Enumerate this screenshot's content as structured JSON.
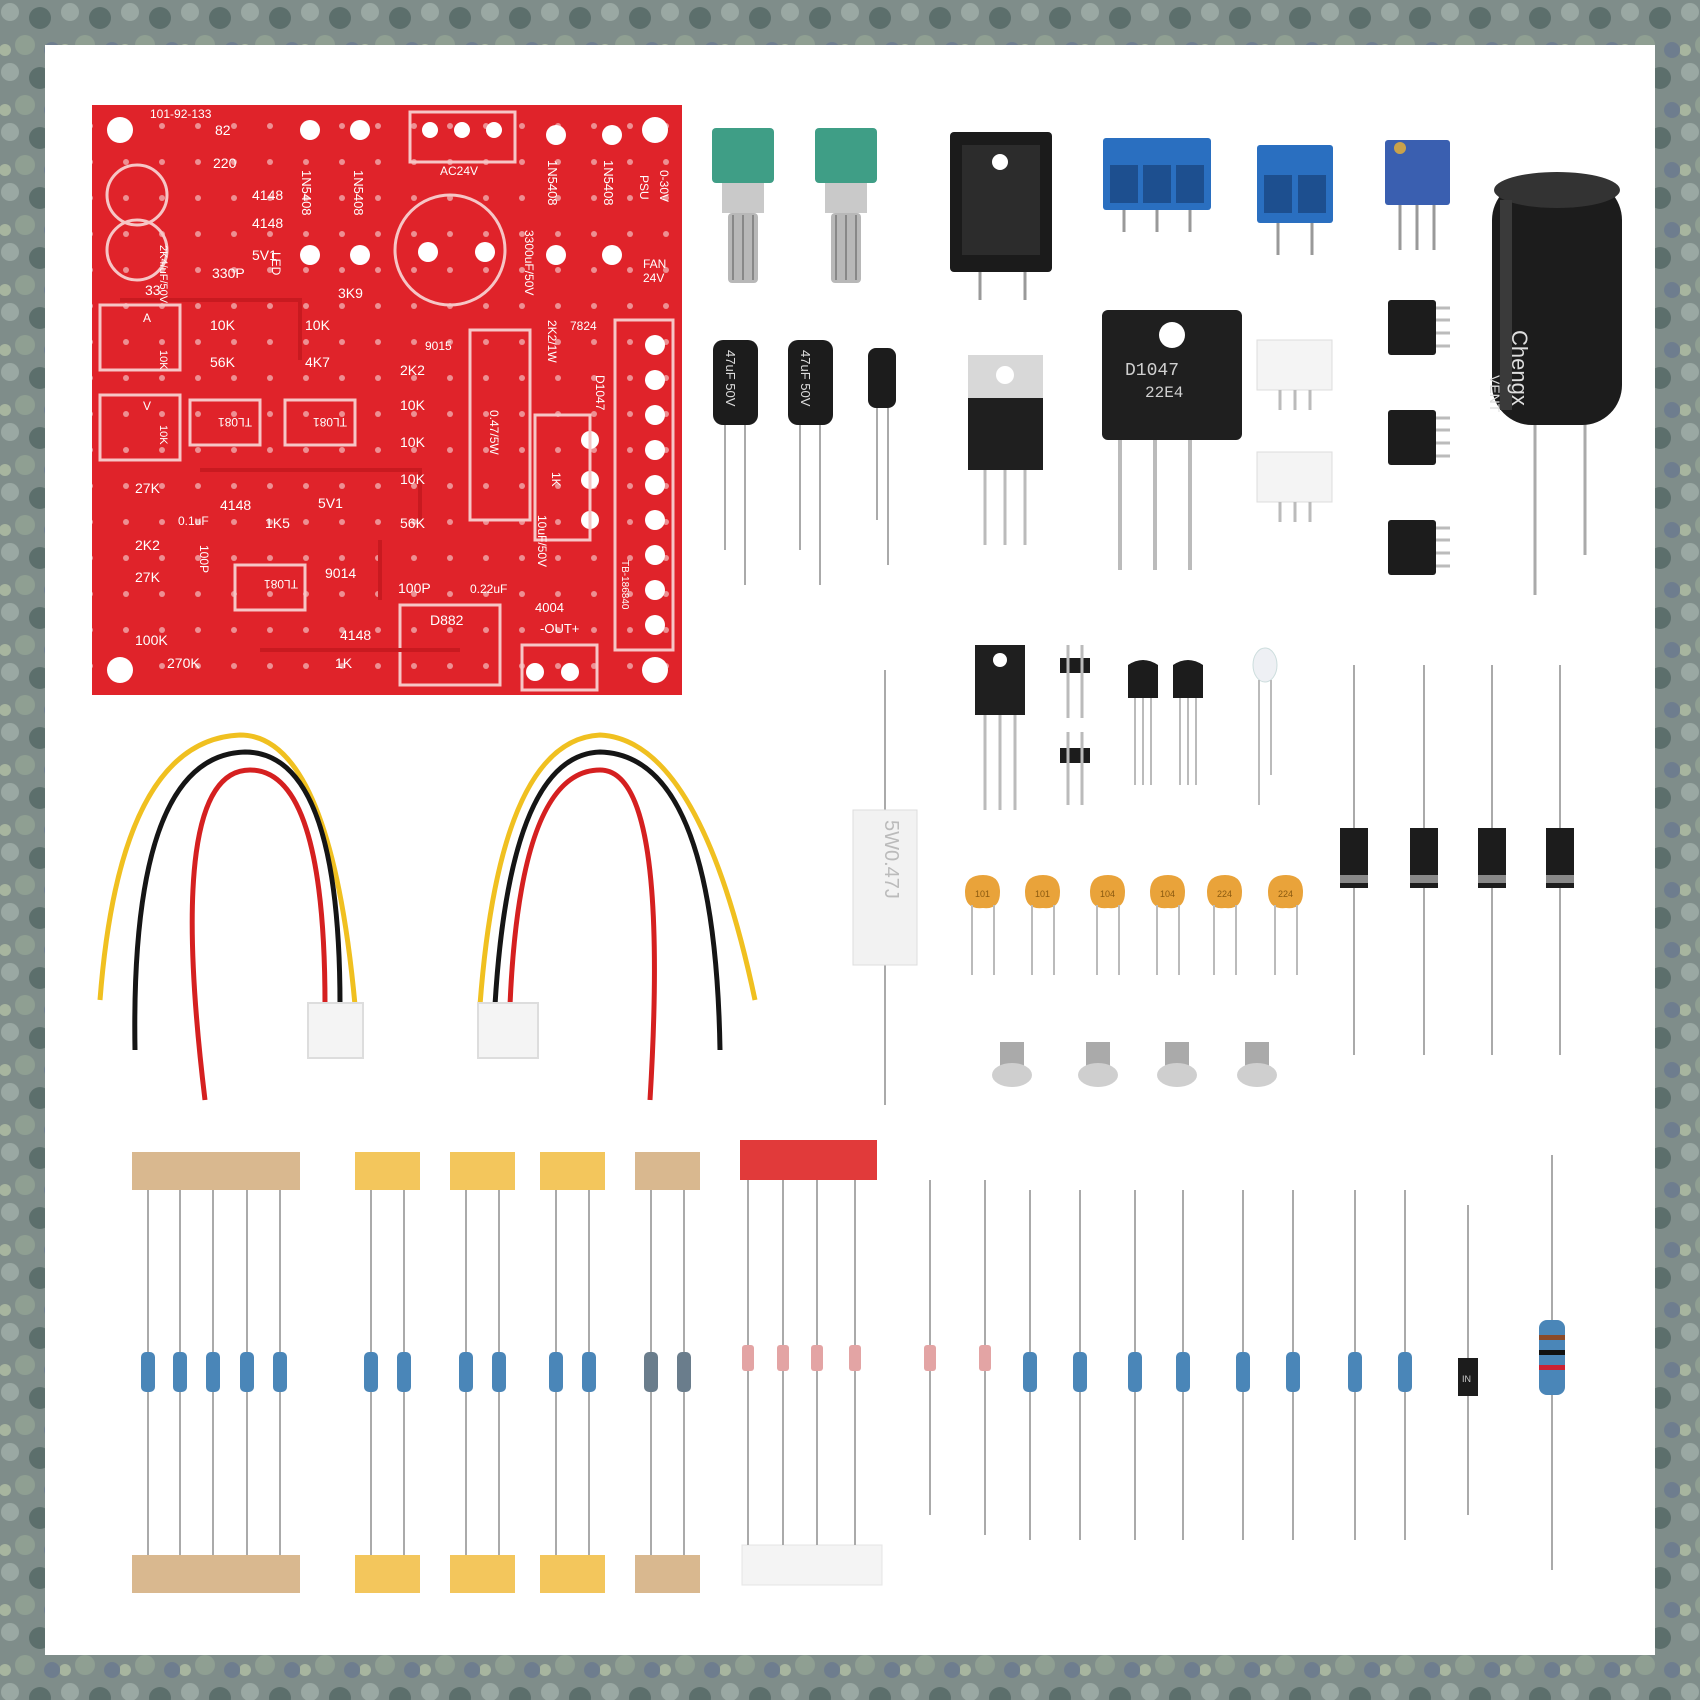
{
  "pcb": {
    "board_code": "101-92-133",
    "labels": [
      "82",
      "220",
      "2K4/uF/50V",
      "4148",
      "4148",
      "5V1",
      "330P",
      "LED",
      "1N5408",
      "1N5408",
      "AC24V",
      "3300uF/50V",
      "1N5408",
      "1N5408",
      "0-30V",
      "PSU",
      "FAN",
      "24V",
      "33",
      "3K9",
      "7824",
      "10K",
      "10K",
      "10K",
      "9015",
      "2K2/1W",
      "56K",
      "4K7",
      "2K2",
      "A",
      "V",
      "10K",
      "TL081",
      "TL081",
      "10K",
      "10K",
      "0.47/5W",
      "D1047",
      "10K",
      "1K",
      "27K",
      "4148",
      "5V1",
      "0.1uF",
      "1K5",
      "56K",
      "2K2",
      "100P",
      "10uF/50V",
      "27K",
      "9014",
      "TL081",
      "100P",
      "0.22uF",
      "TB-186840",
      "4004",
      "-OUT+",
      "100K",
      "4148",
      "D882",
      "270K",
      "1K"
    ]
  },
  "components": {
    "big_capacitor_brand": "Chengx",
    "big_capacitor_rating": "VENT",
    "small_capacitor_1": "47uF 50V",
    "small_capacitor_2": "47uF 50V",
    "transistor_top": "D1047",
    "transistor_code": "22E4",
    "cement_resistor": "5W0.47J",
    "ceramic_caps": [
      "101",
      "101",
      "104",
      "104",
      "224",
      "224"
    ],
    "diode_mark": "IN"
  },
  "colors": {
    "frame": "#7c8a86",
    "pcb_red": "#e0232a",
    "pot_green": "#3f9e86",
    "terminal_blue": "#2a6fc0",
    "trimmer_blue": "#3a5fb0",
    "cap_black": "#1c1c1c",
    "wire_yellow": "#f0c020",
    "wire_red": "#d52020",
    "wire_black": "#151515",
    "ceramic_orange": "#e9a33a",
    "resistor_blue": "#4a86b8",
    "tape_tan": "#d9b88f",
    "tape_yellow": "#f3c65c",
    "tape_red": "#e13a3a"
  }
}
